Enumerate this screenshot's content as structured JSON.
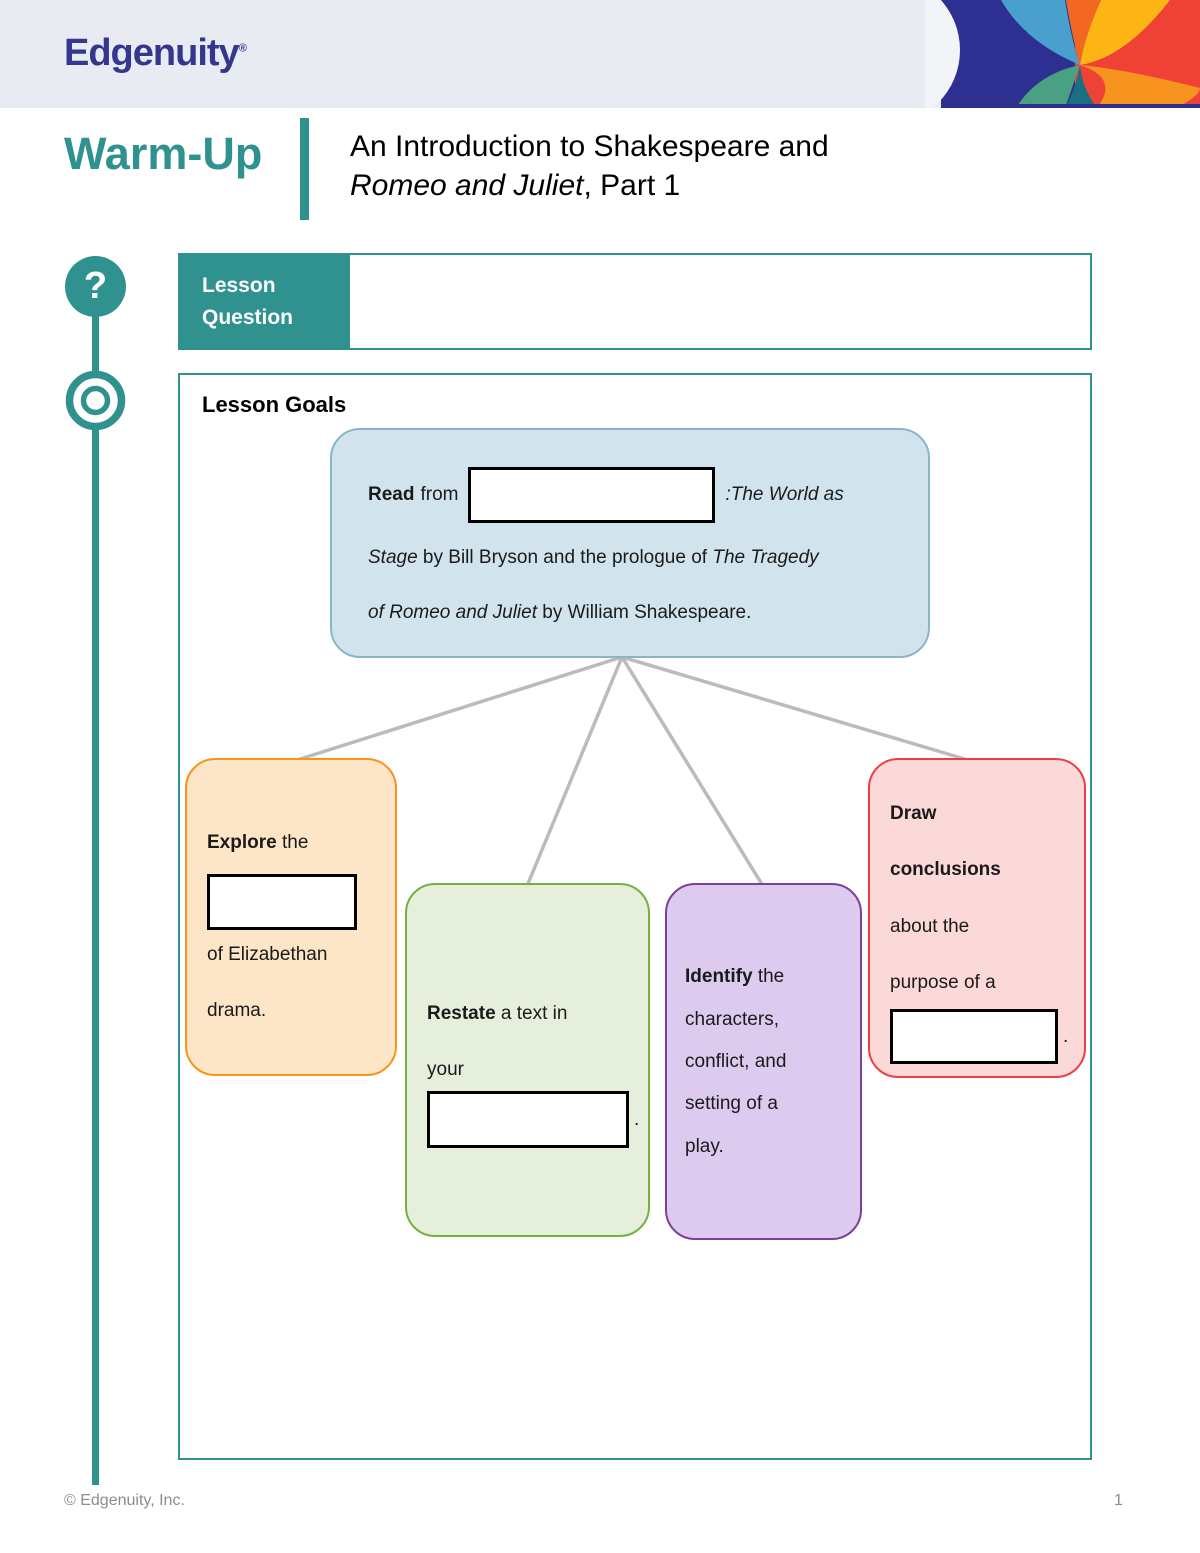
{
  "colors": {
    "teal": "#2F928F",
    "brand-indigo": "#34378D",
    "band-gray": "#E9EBF2",
    "connector-gray": "#BBBBBB",
    "text-gray": "#8C8C8C",
    "blue-card-fill": "#D1E4ED",
    "blue-card-border": "#8AB5C8",
    "orange-card-fill": "#FDE5C8",
    "orange-card-border": "#F7941D",
    "green-card-fill": "#E6EFDB",
    "green-card-border": "#76B043",
    "purple-card-fill": "#DCCBEE",
    "purple-card-border": "#7E3F98",
    "red-card-fill": "#FBD9D8",
    "red-card-border": "#EF3E42",
    "pw-dark-blue": "#2D3091",
    "pw-light-blue": "#4AA0CC",
    "pw-green": "#4AA181",
    "pw-dark-teal": "#1B6F80",
    "pw-orange": "#F26822",
    "pw-amber": "#FDB515",
    "pw-red": "#EF4136",
    "pw-orange-deep": "#F7941D",
    "pw-white": "#F2F4F8"
  },
  "brand": {
    "logo": "Edgenuity",
    "logo_mark": "®"
  },
  "header": {
    "kicker": "Warm-Up",
    "title_line1": "An Introduction to Shakespeare and",
    "title_italic": "Romeo and Juliet",
    "title_suffix": ", Part 1"
  },
  "icons": {
    "question_glyph": "?"
  },
  "lesson_question": {
    "label_line1": "Lesson",
    "label_line2": "Question",
    "answer_value": ""
  },
  "lesson_goals": {
    "heading": "Lesson Goals",
    "read_card": {
      "bold": "Read",
      "after_bold": "from",
      "blank_value": "",
      "colon": ": ",
      "italic1": "The World as",
      "line2_italic": "Stage",
      "line2": " by Bill Bryson and the prologue of ",
      "line2_italic2": "The Tragedy",
      "line3_italic": "of Romeo and Juliet",
      "line3": " by William Shakespeare."
    },
    "explore_card": {
      "bold": "Explore",
      "after_bold": " the",
      "blank_value": "",
      "line2": "of Elizabethan",
      "line3": "drama."
    },
    "restate_card": {
      "bold": "Restate",
      "after_bold": " a text in",
      "line2": "your",
      "blank_value": "",
      "after_blank": "."
    },
    "identify_card": {
      "bold": "Identify",
      "after_bold": " the",
      "line2": "characters,",
      "line3": "conflict, and",
      "line4": "setting of a",
      "line5": "play."
    },
    "draw_card": {
      "bold1": "Draw",
      "bold2": "conclusions",
      "line3": "about the",
      "line4": "purpose of a",
      "blank_value": "",
      "after_blank": "."
    }
  },
  "footer": {
    "copyright": "© Edgenuity, Inc.",
    "page_number": "1"
  }
}
